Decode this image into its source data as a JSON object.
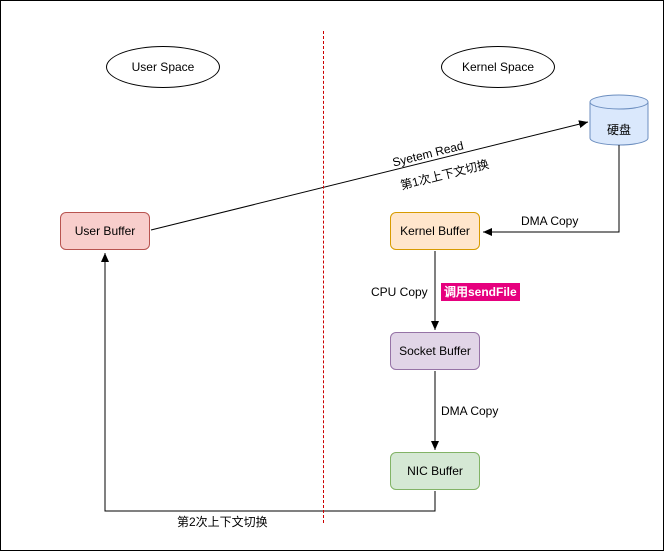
{
  "regions": {
    "user_space": "User Space",
    "kernel_space": "Kernel Space"
  },
  "nodes": {
    "disk": "硬盘",
    "user_buffer": "User Buffer",
    "kernel_buffer": "Kernel Buffer",
    "socket_buffer": "Socket Buffer",
    "nic_buffer": "NIC Buffer"
  },
  "edges": {
    "system_read": "Syetem Read",
    "switch_1": "第1次上下文切换",
    "dma_copy_disk": "DMA Copy",
    "cpu_copy": "CPU Copy",
    "sendfile": "调用sendFile",
    "dma_copy_nic": "DMA Copy",
    "switch_2": "第2次上下文切换"
  },
  "colors": {
    "user_buffer_fill": "#f8cecc",
    "user_buffer_stroke": "#b85450",
    "kernel_buffer_fill": "#ffe6cc",
    "kernel_buffer_stroke": "#d79b00",
    "socket_buffer_fill": "#e1d5e7",
    "socket_buffer_stroke": "#9673a6",
    "nic_buffer_fill": "#d5e8d4",
    "nic_buffer_stroke": "#82b366",
    "disk_fill": "#dae8fc",
    "disk_stroke": "#6c8ebf",
    "divider": "#cc0000",
    "sendfile_highlight": "#e6007e"
  }
}
